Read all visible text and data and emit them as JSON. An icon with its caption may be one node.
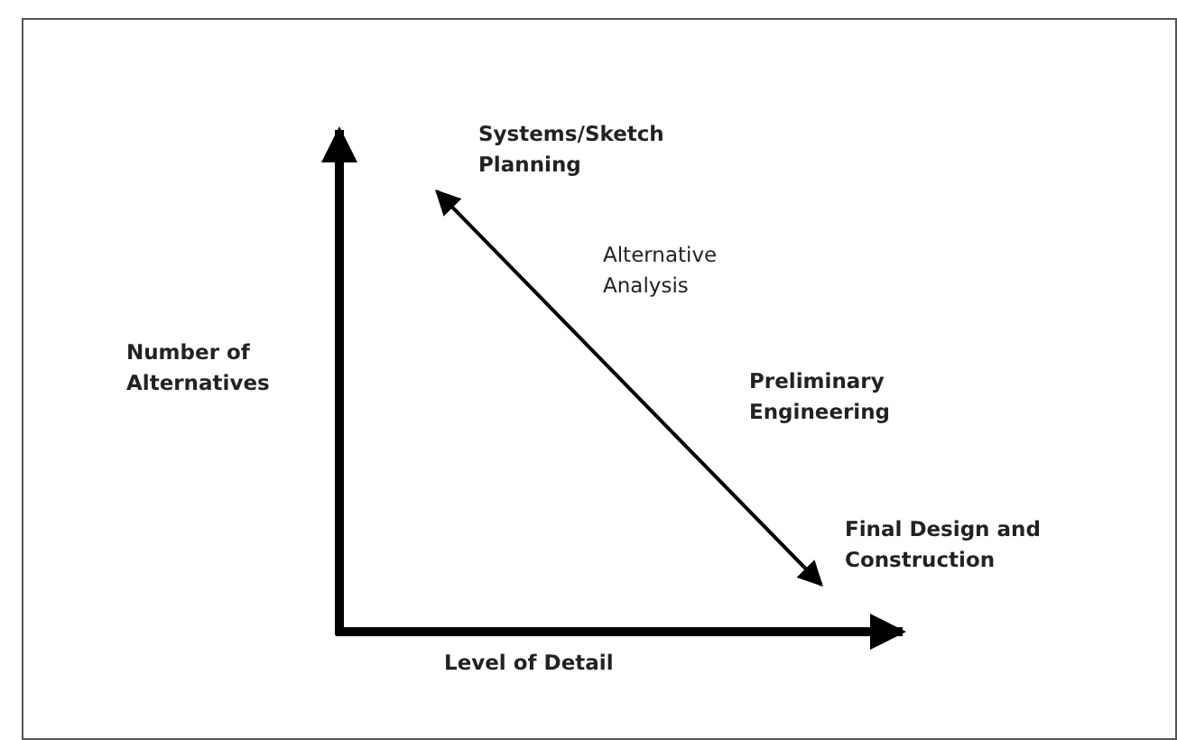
{
  "diagram": {
    "labels": [
      "Systems/Sketch Planning",
      "Alternative Analysis",
      "Number of Alternatives",
      "Preliminary Engineering",
      "Final Design and Construction",
      "Level of Detail"
    ]
  }
}
